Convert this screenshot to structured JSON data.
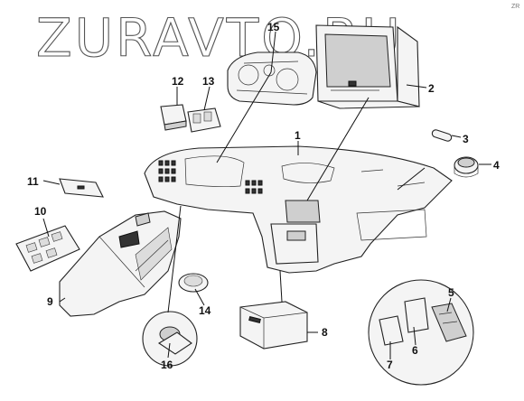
{
  "watermark": "ZURAVTO.RU",
  "corner_mark": "ZR",
  "callouts": [
    {
      "id": "1",
      "label": "1"
    },
    {
      "id": "2",
      "label": "2"
    },
    {
      "id": "3",
      "label": "3"
    },
    {
      "id": "4",
      "label": "4"
    },
    {
      "id": "5",
      "label": "5"
    },
    {
      "id": "6",
      "label": "6"
    },
    {
      "id": "7",
      "label": "7"
    },
    {
      "id": "8",
      "label": "8"
    },
    {
      "id": "9",
      "label": "9"
    },
    {
      "id": "10",
      "label": "10"
    },
    {
      "id": "11",
      "label": "11"
    },
    {
      "id": "12",
      "label": "12"
    },
    {
      "id": "13",
      "label": "13"
    },
    {
      "id": "14",
      "label": "14"
    },
    {
      "id": "15",
      "label": "15"
    },
    {
      "id": "16",
      "label": "16"
    }
  ]
}
